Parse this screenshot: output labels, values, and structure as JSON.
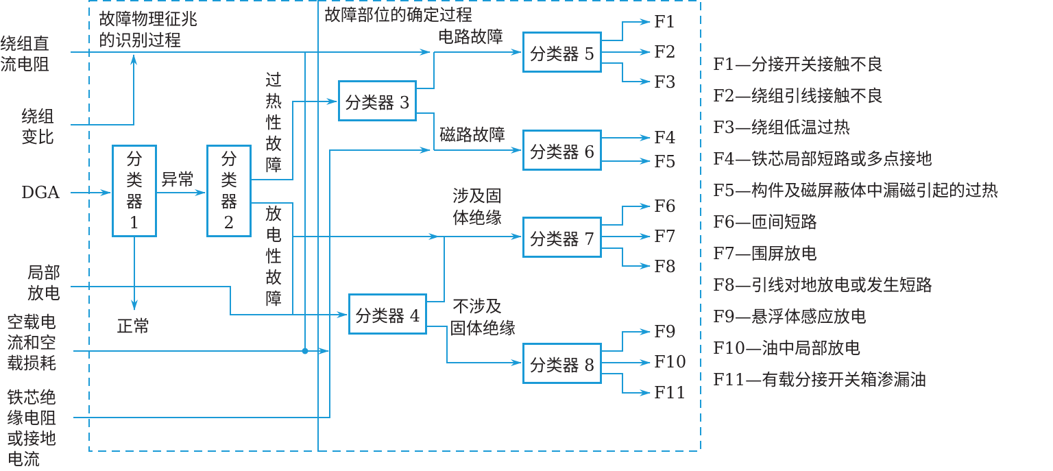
{
  "colors": {
    "line": "#1a9ad6",
    "dashed_border": "#1a9ad6",
    "text": "#231f20"
  },
  "regions": {
    "identification": "故障物理征兆的识别过程",
    "identification_lines": [
      "故障物理征兆",
      "的识别过程"
    ],
    "localization": "故障部位的确定过程"
  },
  "inputs": [
    {
      "id": "winding-dc-resistance",
      "lines": [
        "绕组直",
        "流电阻"
      ]
    },
    {
      "id": "winding-ratio",
      "lines": [
        "绕组",
        "变比"
      ]
    },
    {
      "id": "dga",
      "lines": [
        "DGA"
      ]
    },
    {
      "id": "partial-discharge",
      "lines": [
        "局部",
        "放电"
      ]
    },
    {
      "id": "no-load",
      "lines": [
        "空载电",
        "流和空",
        "载损耗"
      ]
    },
    {
      "id": "core-insulation",
      "lines": [
        "铁芯绝",
        "缘电阻",
        "或接地",
        "电流"
      ]
    }
  ],
  "classifiers": [
    {
      "id": 1,
      "label": "分类器1",
      "chars": [
        "分",
        "类",
        "器",
        "1"
      ]
    },
    {
      "id": 2,
      "label": "分类器2",
      "chars": [
        "分",
        "类",
        "器",
        "2"
      ]
    },
    {
      "id": 3,
      "label": "分类器 3"
    },
    {
      "id": 4,
      "label": "分类器 4"
    },
    {
      "id": 5,
      "label": "分类器 5"
    },
    {
      "id": 6,
      "label": "分类器 6"
    },
    {
      "id": 7,
      "label": "分类器 7"
    },
    {
      "id": 8,
      "label": "分类器 8"
    }
  ],
  "edge_labels": {
    "abnormal": "异常",
    "normal": "正常",
    "overheating": "过热性故障",
    "discharge": "放电性故障",
    "circuit_fault": "电路故障",
    "magnetic_fault": "磁路故障",
    "solid_insulation": [
      "涉及固",
      "体绝缘"
    ],
    "no_solid_insulation": [
      "不涉及",
      "固体绝缘"
    ]
  },
  "outputs": [
    "F1",
    "F2",
    "F3",
    "F4",
    "F5",
    "F6",
    "F7",
    "F8",
    "F9",
    "F10",
    "F11"
  ],
  "legend": [
    {
      "code": "F1",
      "desc": "分接开关接触不良"
    },
    {
      "code": "F2",
      "desc": "绕组引线接触不良"
    },
    {
      "code": "F3",
      "desc": "绕组低温过热"
    },
    {
      "code": "F4",
      "desc": "铁芯局部短路或多点接地"
    },
    {
      "code": "F5",
      "desc": "构件及磁屏蔽体中漏磁引起的过热"
    },
    {
      "code": "F6",
      "desc": "匝间短路"
    },
    {
      "code": "F7",
      "desc": "围屏放电"
    },
    {
      "code": "F8",
      "desc": "引线对地放电或发生短路"
    },
    {
      "code": "F9",
      "desc": "悬浮体感应放电"
    },
    {
      "code": "F10",
      "desc": "油中局部放电"
    },
    {
      "code": "F11",
      "desc": "有载分接开关箱渗漏油"
    }
  ],
  "legend_separator": "—"
}
